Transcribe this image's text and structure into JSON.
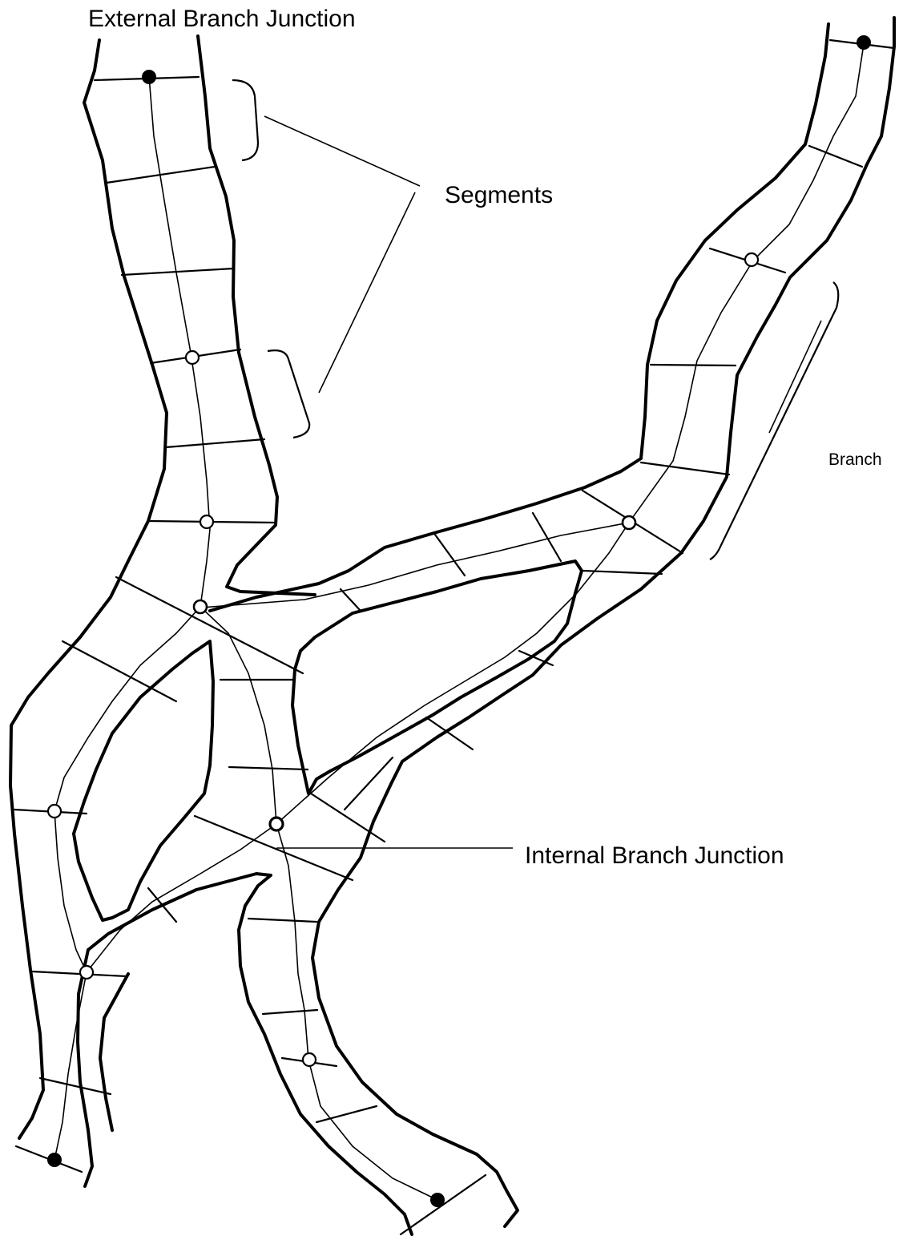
{
  "labels": {
    "external_branch_junction": "External Branch Junction",
    "segments": "Segments",
    "branch": "Branch",
    "internal_branch_junction": "Internal Branch Junction"
  },
  "colors": {
    "ink": "#000000",
    "background": "#ffffff"
  },
  "legend_symbols": {
    "external_junction": "filled-circle",
    "internal_junction": "open-circle"
  }
}
